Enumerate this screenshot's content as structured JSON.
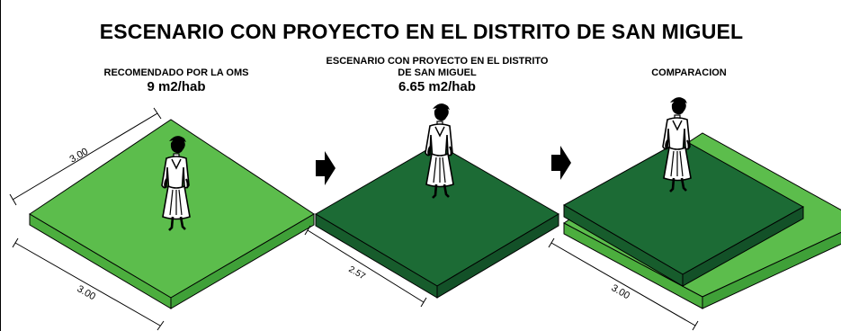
{
  "title": "ESCENARIO CON PROYECTO EN EL DISTRITO DE SAN MIGUEL",
  "panels": [
    {
      "heading": "RECOMENDADO POR LA OMS",
      "value": "9 m2/hab"
    },
    {
      "heading_line1": "ESCENARIO CON PROYECTO EN EL DISTRITO",
      "heading_line2": "DE SAN MIGUEL",
      "value": "6.65 m2/hab"
    },
    {
      "heading": "COMPARACION"
    }
  ],
  "dimensions": {
    "panel1_top": "3.00",
    "panel1_bottom": "3.00",
    "panel2_bottom": "2.57",
    "panel3_bottom": "3.00"
  },
  "colors": {
    "light_green": "#5cbd4c",
    "light_green_side": "#3fa038",
    "dark_green": "#1c6b35",
    "dark_green_side": "#135128"
  },
  "icons": [
    "person-figure",
    "arrow-right-icon"
  ]
}
